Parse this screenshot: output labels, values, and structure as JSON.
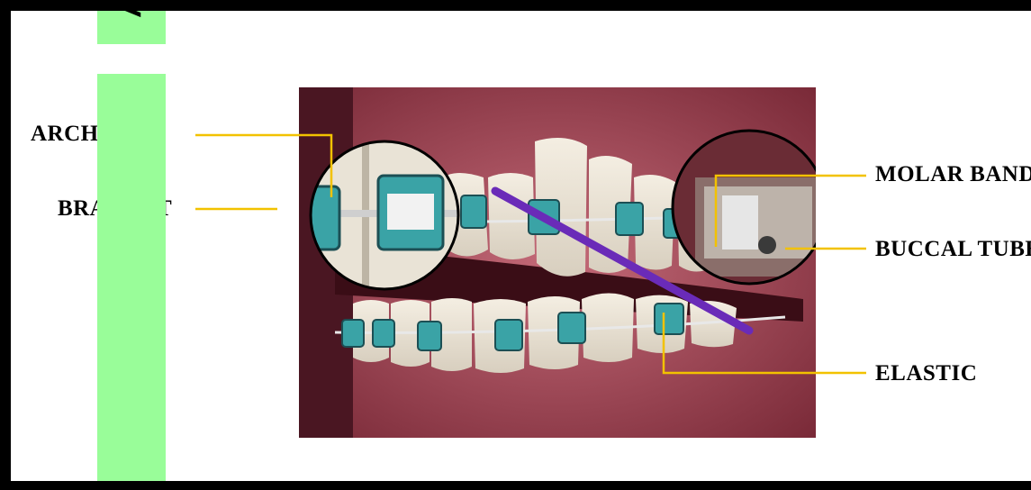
{
  "sidebar_glyph": "V",
  "labels": {
    "archwire": "ARCHWIRE",
    "bracket": "BRACKET",
    "molar_band": "MOLAR BAND",
    "buccal_tube": "BUCCAL TUBE",
    "elastic": "ELASTIC"
  },
  "colors": {
    "frame": "#000000",
    "background": "#ffffff",
    "leader_line": "#f2c200",
    "sidebar_green": "#99fd99",
    "elastic_band": "#6a2bb8",
    "bracket_teal": "#3aa3a6"
  }
}
